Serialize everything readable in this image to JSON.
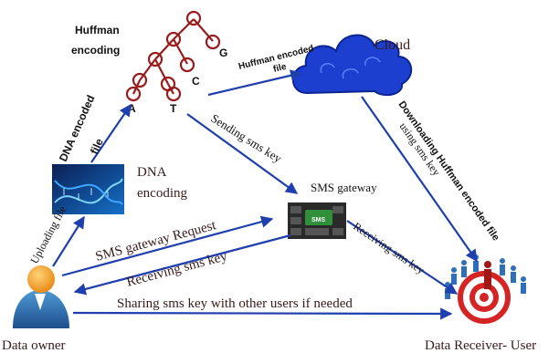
{
  "nodes": {
    "huffman": {
      "label_line1": "Huffman",
      "label_line2": "encoding",
      "tree_letters": {
        "a": "A",
        "t": "T",
        "c": "C",
        "g": "G"
      }
    },
    "cloud": {
      "label": "Cloud"
    },
    "dna": {
      "label_line1": "DNA",
      "label_line2": "encoding"
    },
    "sms_gateway": {
      "label": "SMS gateway",
      "key_text": "SMS"
    },
    "data_owner": {
      "label": "Data owner"
    },
    "data_receiver": {
      "label": "Data Receiver- User"
    }
  },
  "edges": {
    "huffman_to_cloud": {
      "line1": "Huffman encoded",
      "line2": "file"
    },
    "dna_to_huffman": {
      "line1": "DNA encoded",
      "line2": "file"
    },
    "owner_to_dna": {
      "label": "Uploading file"
    },
    "huffman_to_sms": {
      "label": "Sending sms key"
    },
    "cloud_to_receiver": {
      "line1": "Downloading Huffman encoded file",
      "line2": "using sms key"
    },
    "owner_to_sms": {
      "label": "SMS gateway Request"
    },
    "sms_to_owner": {
      "label": "Receiving sms key"
    },
    "sms_to_receiver": {
      "label": "Receiving sms key"
    },
    "owner_to_receiver": {
      "label": "Sharing sms key with other users if needed"
    }
  },
  "colors": {
    "arrow": "#1f3fae",
    "tree": "#9a1b1b",
    "cloud": "#1d3fd0",
    "dna_bg": "#0a2a6a",
    "sms_key": "#2f8f3a",
    "avatar_head": "#f39a1e",
    "avatar_body": "#2a6fb0",
    "target": "#d42424"
  }
}
